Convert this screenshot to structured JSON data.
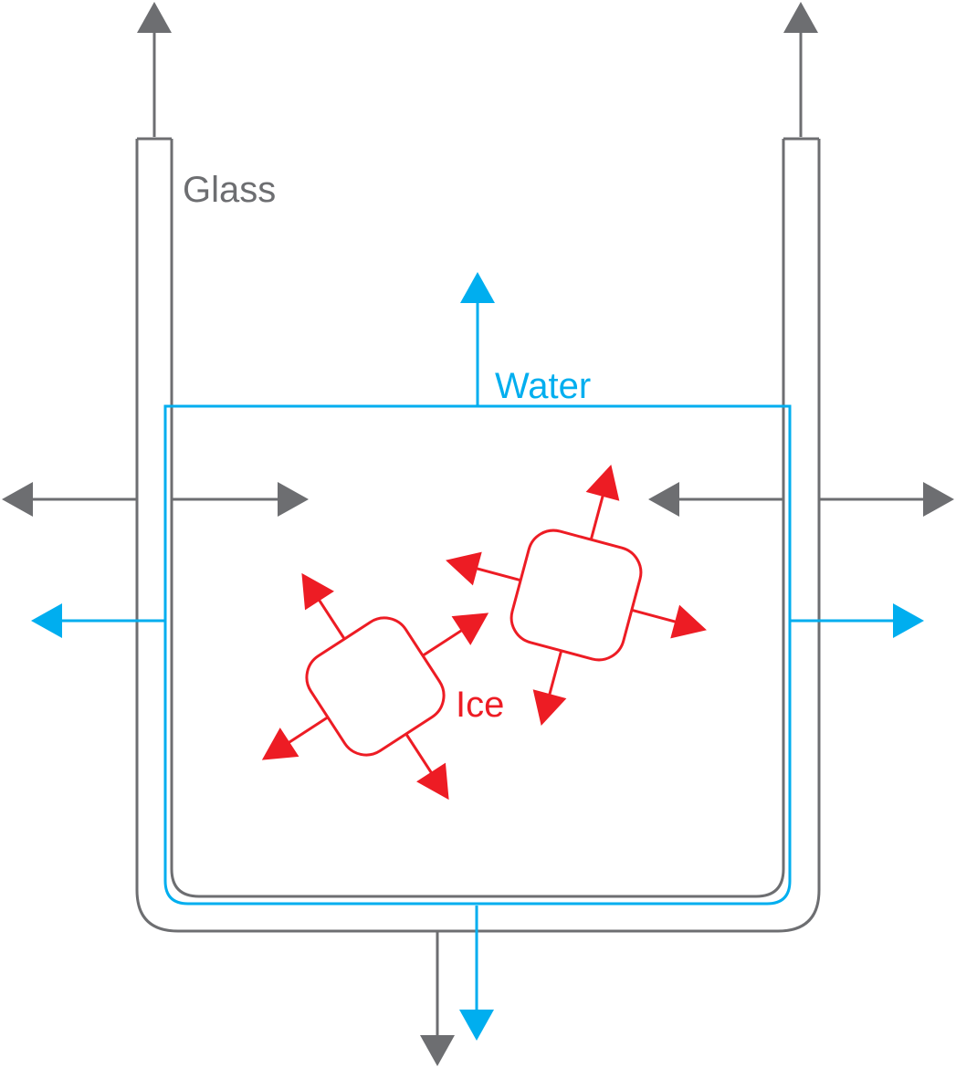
{
  "labels": {
    "glass": "Glass",
    "water": "Water",
    "ice": "Ice"
  },
  "colors": {
    "glass": "#6d6e71",
    "water": "#00aeef",
    "ice": "#ed1c24",
    "background": "#ffffff"
  }
}
